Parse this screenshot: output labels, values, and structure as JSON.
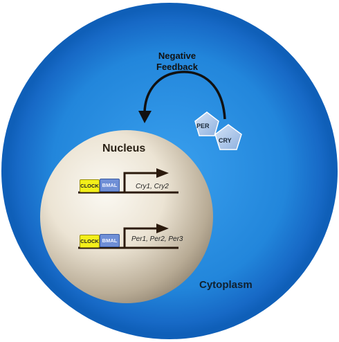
{
  "labels": {
    "negative_feedback_line1": "Negative",
    "negative_feedback_line2": "Feedback",
    "nucleus": "Nucleus",
    "cytoplasm": "Cytoplasm"
  },
  "genes": [
    {
      "clock": "CLOCK",
      "bmal": "BMAL",
      "targets": "Cry1, Cry2"
    },
    {
      "clock": "CLOCK",
      "bmal": "BMAL",
      "targets": "Per1, Per2, Per3"
    }
  ],
  "proteins": {
    "per": "PER",
    "cry": "CRY"
  },
  "colors": {
    "cell_outer": "#0f5fb8",
    "cell_inner": "#3aa0ee",
    "nucleus_light": "#f6f2e8",
    "nucleus_dark": "#8a7d6a",
    "clock_box": "#f3ef1a",
    "bmal_box": "#6f8fd6",
    "protein_fill": "#a9c6ec"
  },
  "icons": [
    "feedback-arrow-icon",
    "transcription-arrow-icon",
    "pentagon-protein-icon"
  ]
}
